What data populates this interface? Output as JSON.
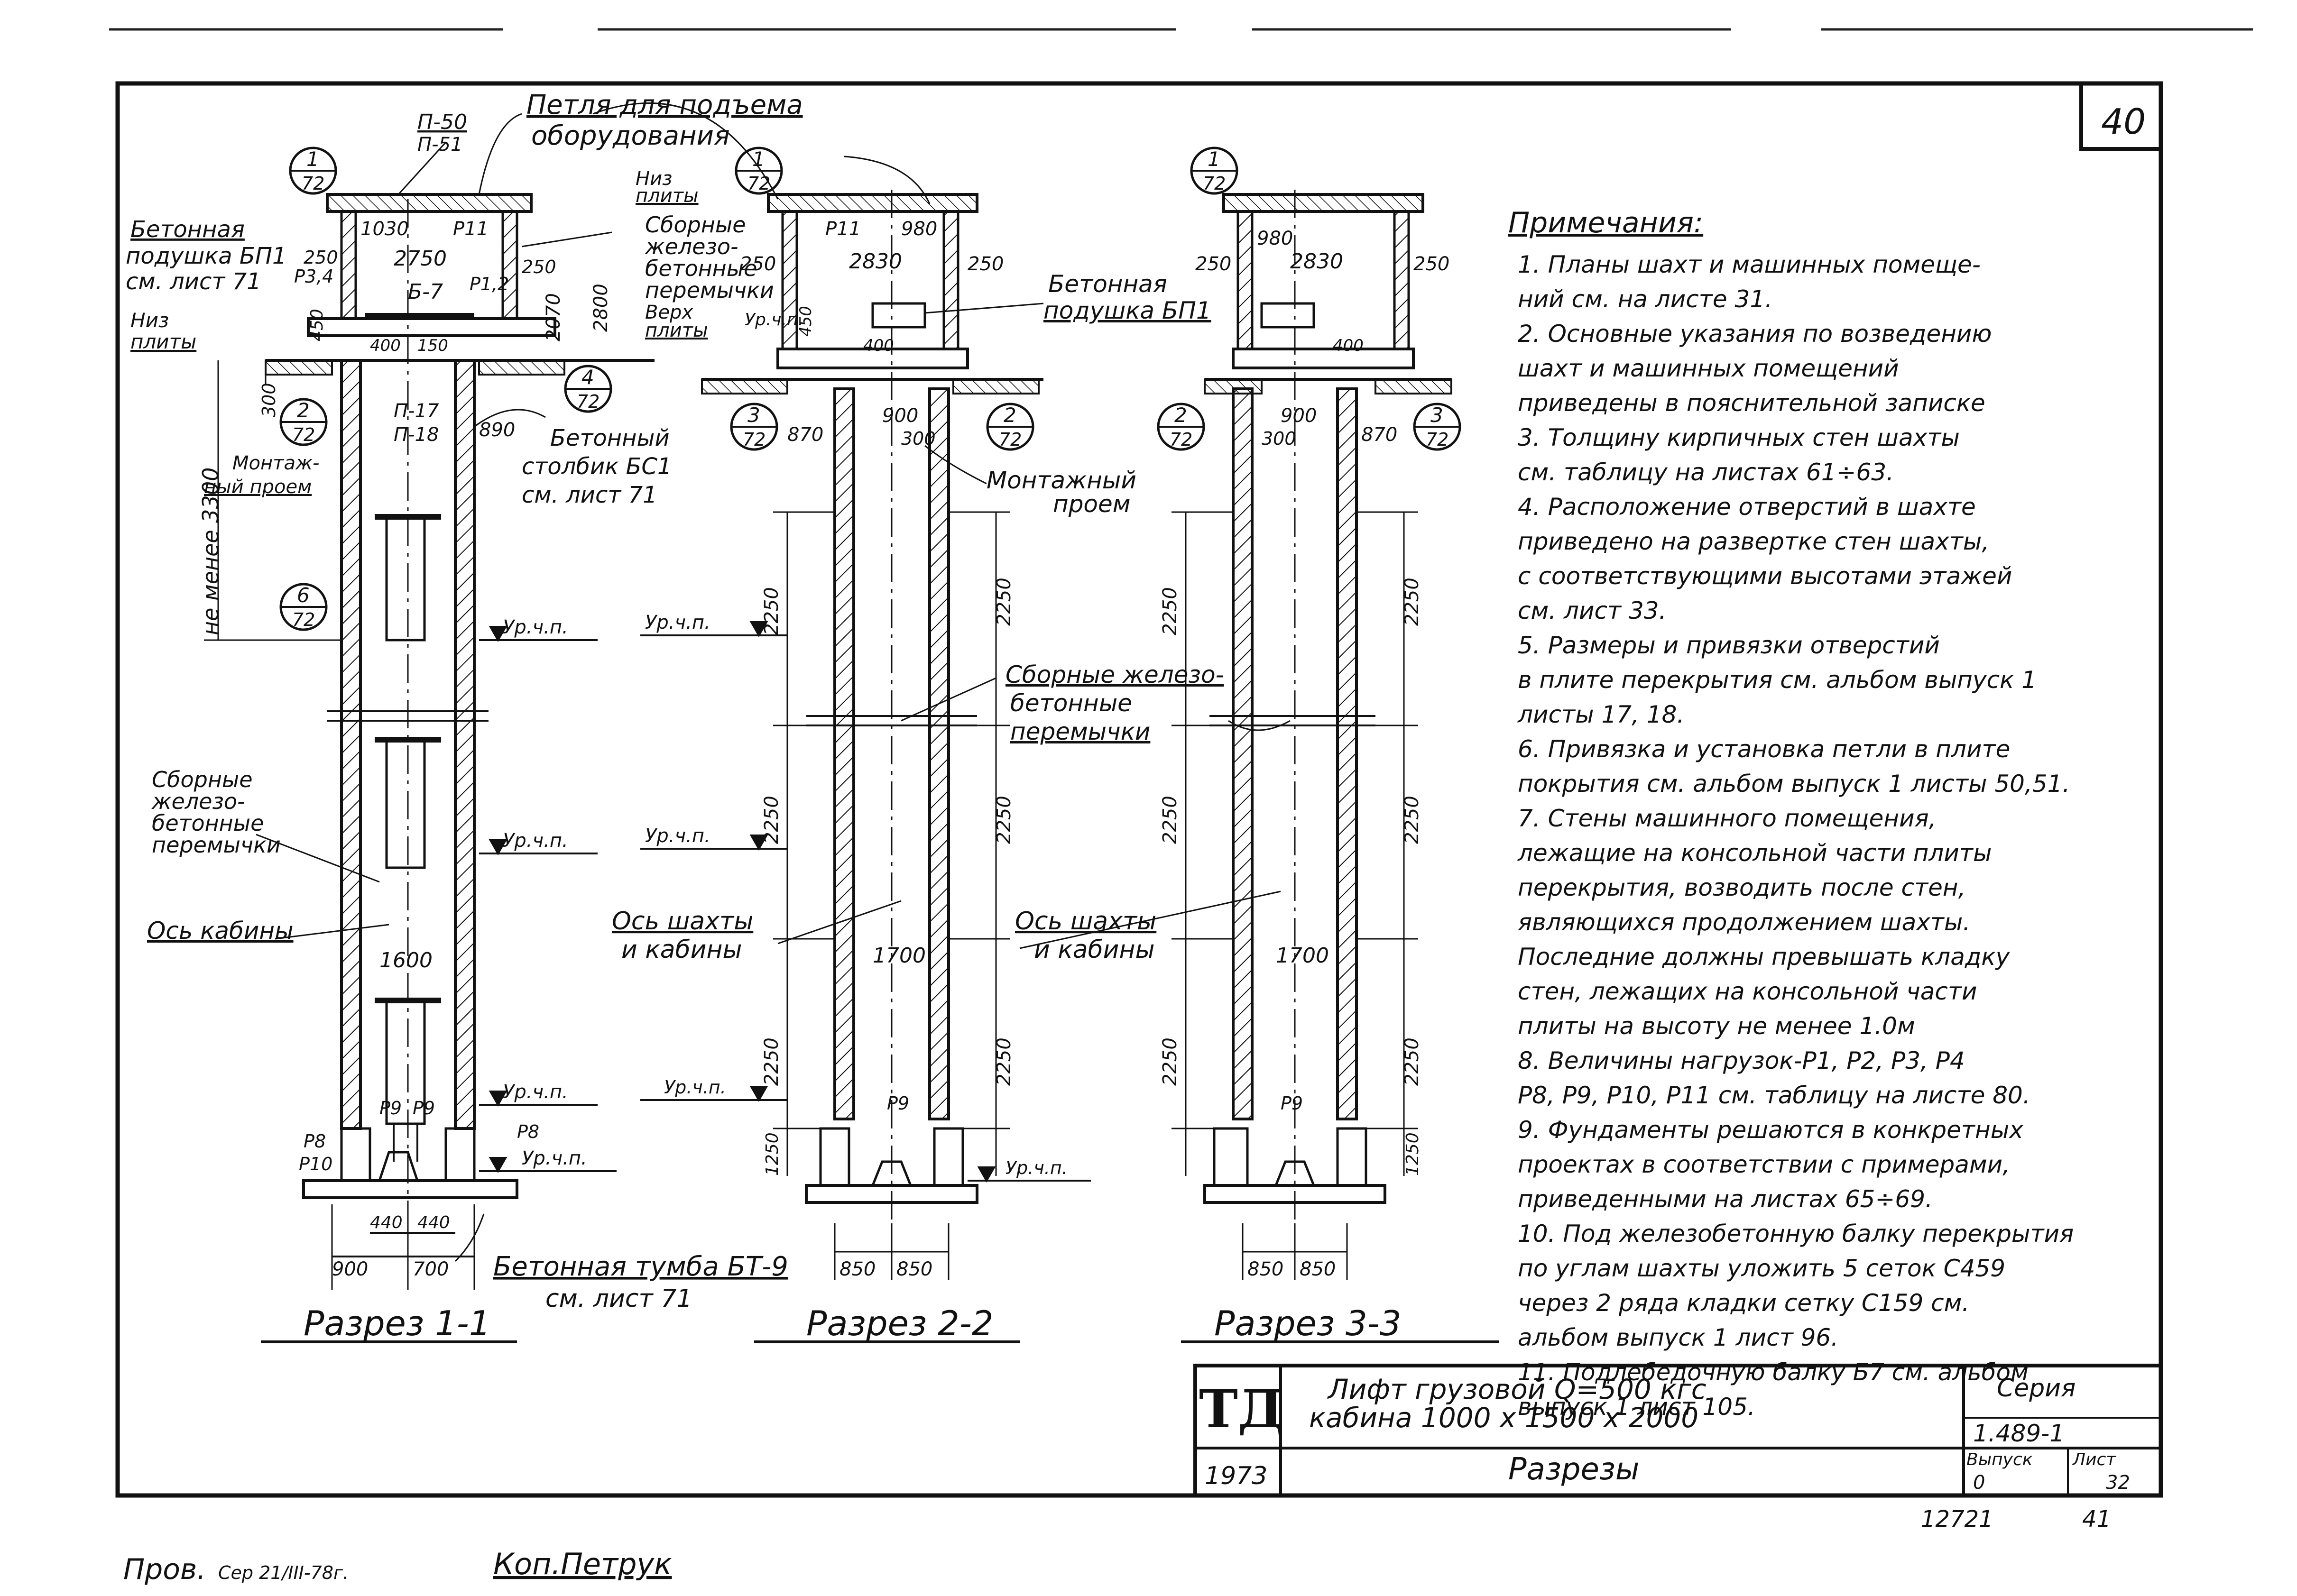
{
  "sheet": {
    "corner_number": "40",
    "stamp_bottom_left": "Пров.",
    "stamp_signature": "Сер  21/III-78г.",
    "stamp_copier": "Коп.Петрук",
    "inventory_number": "12721",
    "inventory_page": "41"
  },
  "title_block": {
    "logo": "ТД",
    "title_line1": "Лифт грузовой Q=500 кгс",
    "title_line2": "кабина 1000 x 1500 x 2000",
    "seria_label": "Серия",
    "seria_value": "1.489-1",
    "year": "1973",
    "sheet_title": "Разрезы",
    "vypusk_label": "Выпуск",
    "vypusk_value": "0",
    "list_label": "Лист",
    "list_value": "32"
  },
  "notes": {
    "heading": "Примечания:",
    "lines": [
      "1. Планы шахт и машинных помеще-",
      "ний см. на листе 31.",
      "2. Основные указания по возведению",
      "шахт и машинных помещений",
      "приведены в пояснительной записке",
      "3. Толщину кирпичных стен шахты",
      "см. таблицу на листах 61÷63.",
      "4. Расположение отверстий в шахте",
      "приведено на развертке стен шахты,",
      "с соответствующими высотами этажей",
      "см. лист 33.",
      "5. Размеры и привязки отверстий",
      "в плите перекрытия см. альбом выпуск 1",
      "листы 17, 18.",
      "6. Привязка и установка петли в плите",
      "покрытия см. альбом выпуск 1 листы 50,51.",
      "7. Стены машинного помещения,",
      "лежащие на консольной части плиты",
      "перекрытия, возводить после стен,",
      "являющихся продолжением шахты.",
      "Последние должны превышать кладку",
      "стен, лежащих на консольной части",
      "плиты на высоту не менее 1.0м",
      "8. Величины нагрузок-Р1, Р2, Р3, Р4",
      "Р8, Р9, Р10, Р11 см. таблицу на листе 80.",
      "9. Фундаменты решаются в конкретных",
      "проектах в соответствии с примерами,",
      "приведенными на листах 65÷69.",
      "10. Под железобетонную балку перекрытия",
      "по углам шахты уложить 5 сеток С459",
      "через 2 ряда кладки сетку С159 см.",
      "альбом выпуск 1 лист 96.",
      "11. Подлебедочную балку Б7 см. альбом",
      "выпуск 1 лист 105."
    ]
  },
  "section1": {
    "title": "Разрез 1-1",
    "callout_loop": "Петля для подъема",
    "callout_loop2": "оборудования",
    "p50": "П-50",
    "p51": "П-51",
    "bubble_top_num": "1",
    "bubble_top_den": "72",
    "beton_pad": "Бетонная",
    "beton_pad2": "подушка БП1",
    "beton_pad3": "см. лист 71",
    "niz_plity": "Низ",
    "niz_plity2": "плиты",
    "niz_plity_r": "Низ",
    "niz_plity_r2": "плиты",
    "sbornye": "Сборные",
    "sbornye2": "железо-",
    "sbornye3": "бетонные",
    "sbornye4": "перемычки",
    "verh_plity": "Верх",
    "verh_plity2": "плиты",
    "d1030": "1030",
    "p11": "Р11",
    "d2750": "2750",
    "b7": "Б-7",
    "p34": "Р3,4",
    "p12": "Р1,2",
    "d250a": "250",
    "d250b": "250",
    "d2070": "2070",
    "d2800": "2800",
    "d450": "450",
    "d400": "400",
    "d150": "150",
    "d300": "300",
    "p17": "П-17",
    "p18": "П-18",
    "d890": "890",
    "bubble_2_num": "2",
    "bubble_2_den": "72",
    "bubble_4_num": "4",
    "bubble_4_den": "72",
    "bubble_6_num": "6",
    "bubble_6_den": "72",
    "montazh": "Монтаж-",
    "montazh2": "ный проем",
    "ne_menee": "не менее 3300",
    "beton_stolbik": "Бетонный",
    "beton_stolbik2": "столбик БС1",
    "beton_stolbik3": "см. лист 71",
    "ur_ch_p": "Ур.ч.п.",
    "sbornye_l": "Сборные",
    "sbornye_l2": "железо-",
    "sbornye_l3": "бетонные",
    "sbornye_l4": "перемычки",
    "os_kabiny": "Ось кабины",
    "d1600": "1600",
    "p9a": "Р9",
    "p9b": "Р9",
    "p8a": "Р8",
    "p8b": "Р8",
    "p10": "Р10",
    "d440a": "440",
    "d440b": "440",
    "d900": "900",
    "d700": "700",
    "tumba": "Бетонная тумба БТ-9",
    "tumba2": "см. лист 71"
  },
  "section2": {
    "title": "Разрез 2-2",
    "bubble_top_num": "1",
    "bubble_top_den": "72",
    "p11": "Р11",
    "d980": "980",
    "d2830": "2830",
    "d250a": "250",
    "d250b": "250",
    "d450": "450",
    "d400": "400",
    "ur_ch_p_top": "Ур.ч.п.",
    "beton_pad": "Бетонная",
    "beton_pad2": "подушка БП1",
    "bubble_3_num": "3",
    "bubble_3_den": "72",
    "bubble_2_num": "2",
    "bubble_2_den": "72",
    "d870": "870",
    "d900": "900",
    "d300": "300",
    "montazh": "Монтажный",
    "montazh2": "проем",
    "d2250a": "2250",
    "d2250b": "2250",
    "d2250c": "2250",
    "d2250d": "2250",
    "d2250e": "2250",
    "d2250f": "2250",
    "ur_ch_p": "Ур.ч.п.",
    "sbornye": "Сборные железо-",
    "sbornye2": "бетонные",
    "sbornye3": "перемычки",
    "os_shahty": "Ось шахты",
    "os_shahty2": "и кабины",
    "d1700": "1700",
    "p9": "Р9",
    "d1250": "1250",
    "d850a": "850",
    "d850b": "850"
  },
  "section3": {
    "title": "Разрез 3-3",
    "bubble_top_num": "1",
    "bubble_top_den": "72",
    "d980": "980",
    "d2830": "2830",
    "d250a": "250",
    "d250b": "250",
    "d400": "400",
    "bubble_2_num": "2",
    "bubble_2_den": "72",
    "bubble_3_num": "3",
    "bubble_3_den": "72",
    "d900": "900",
    "d300": "300",
    "d870": "870",
    "d2250a": "2250",
    "d2250b": "2250",
    "d2250c": "2250",
    "d2250d": "2250",
    "d2250e": "2250",
    "d2250f": "2250",
    "os_shahty": "Ось шахты",
    "os_shahty2": "и кабины",
    "d1700": "1700",
    "p9": "Р9",
    "d1250": "1250",
    "d850a": "850",
    "d850b": "850"
  }
}
